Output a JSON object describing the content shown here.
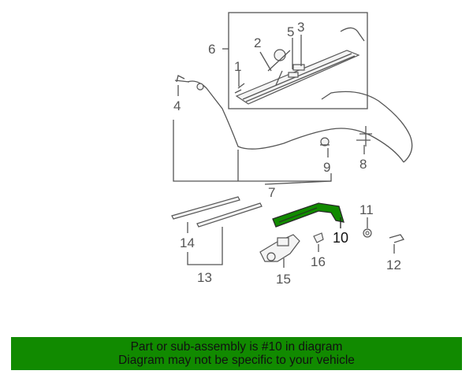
{
  "callouts": {
    "c1": "1",
    "c2": "2",
    "c3": "3",
    "c4": "4",
    "c5": "5",
    "c6": "6",
    "c7": "7",
    "c8": "8",
    "c9": "9",
    "c10": "10",
    "c11": "11",
    "c12": "12",
    "c13": "13",
    "c14": "14",
    "c15": "15",
    "c16": "16"
  },
  "highlight_color": "#118a00",
  "banner": {
    "line1": "Part or sub-assembly is #10 in diagram",
    "line2": "Diagram may not be specific to your vehicle"
  }
}
